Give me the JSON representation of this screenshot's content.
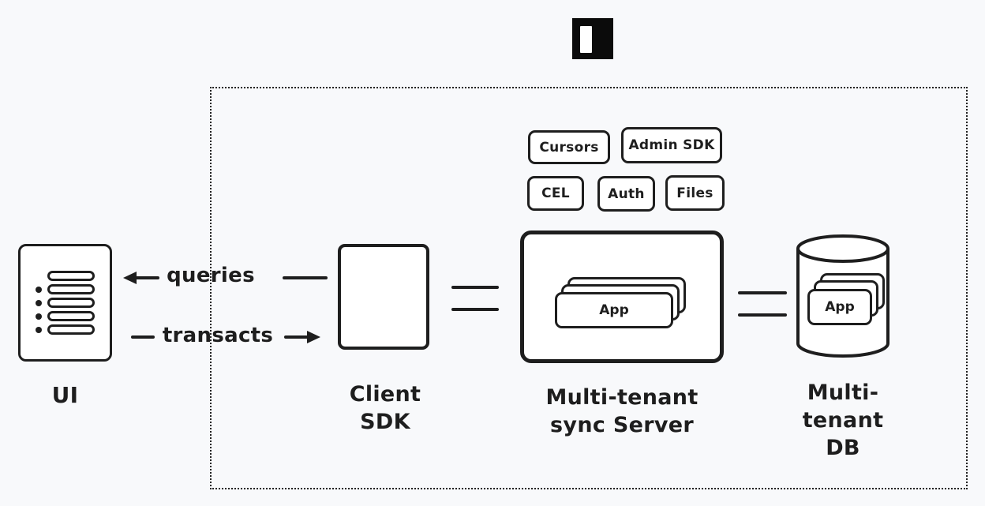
{
  "diagram": {
    "title_logo": "instant-logo",
    "colors": {
      "background": "#f8f9fb",
      "stroke": "#1e1e1e",
      "fill": "#ffffff"
    },
    "nodes": {
      "ui": {
        "label": "UI"
      },
      "client_sdk": {
        "label": "Client SDK"
      },
      "sync_server": {
        "label_line1": "Multi-tenant",
        "label_line2": "sync Server",
        "card_label": "App"
      },
      "db": {
        "label_line1": "Multi-tenant",
        "label_line2": "DB",
        "card_label": "App"
      }
    },
    "connections": {
      "queries_label": "queries",
      "transacts_label": "transacts"
    },
    "badges": [
      {
        "label": "Cursors"
      },
      {
        "label": "Admin SDK"
      },
      {
        "label": "CEL"
      },
      {
        "label": "Auth"
      },
      {
        "label": "Files"
      }
    ]
  }
}
